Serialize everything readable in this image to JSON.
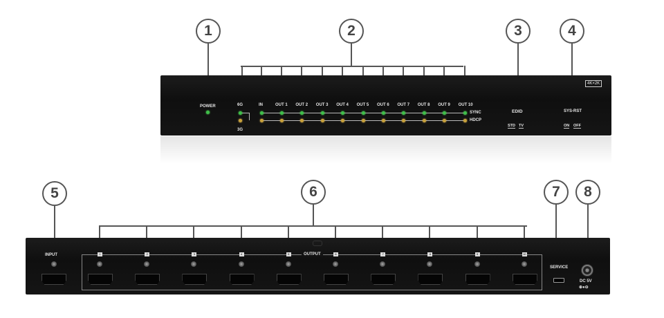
{
  "callouts": [
    "1",
    "2",
    "3",
    "4",
    "5",
    "6",
    "7",
    "8"
  ],
  "front": {
    "power_label": "POWER",
    "sixg_label": "6G",
    "threeg_label": "3G",
    "in_label": "IN",
    "outputs": [
      "OUT 1",
      "OUT 2",
      "OUT 3",
      "OUT 4",
      "OUT 5",
      "OUT 6",
      "OUT 7",
      "OUT 8",
      "OUT 9",
      "OUT 10"
    ],
    "sync_label": "SYNC",
    "hdcp_label": "HDCP",
    "edid_label": "EDID",
    "edid_std": "STD",
    "edid_tv": "TV",
    "sysrst_label": "SYS-RST",
    "sysrst_on": "ON",
    "sysrst_off": "OFF",
    "badge": "4K×2K"
  },
  "rear": {
    "input_label": "INPUT",
    "output_label": "OUTPUT",
    "port_numbers": [
      "1",
      "2",
      "3",
      "4",
      "5",
      "6",
      "7",
      "8",
      "9",
      "10"
    ],
    "service_label": "SERVICE",
    "dc_label": "DC 5V"
  },
  "colors": {
    "panel": "#151515",
    "sync_led": "#3fbf4a",
    "hdcp_led": "#c9a23a",
    "callout": "#555555"
  }
}
